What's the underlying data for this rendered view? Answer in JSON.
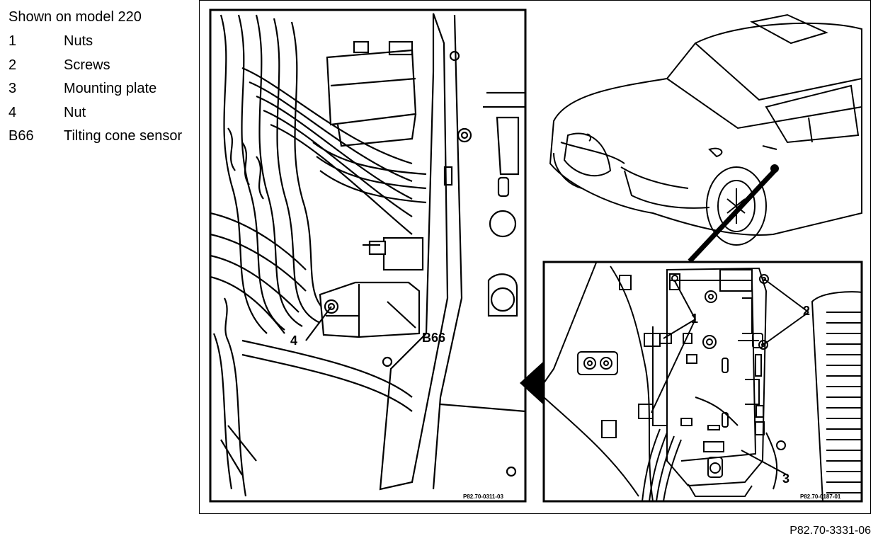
{
  "legend": {
    "title": "Shown on model 220",
    "items": [
      {
        "key": "1",
        "desc": "Nuts"
      },
      {
        "key": "2",
        "desc": "Screws"
      },
      {
        "key": "3",
        "desc": "Mounting plate"
      },
      {
        "key": "4",
        "desc": "Nut"
      },
      {
        "key": "B66",
        "desc": "Tilting cone sensor"
      }
    ]
  },
  "callouts": {
    "left_4": "4",
    "left_b66": "B66",
    "right_1": "1",
    "right_2": "2",
    "right_3": "3"
  },
  "panel_codes": {
    "left": "P82.70-0311-03",
    "right": "P82.70-0187-01"
  },
  "figure_ref": "P82.70-3331-06"
}
